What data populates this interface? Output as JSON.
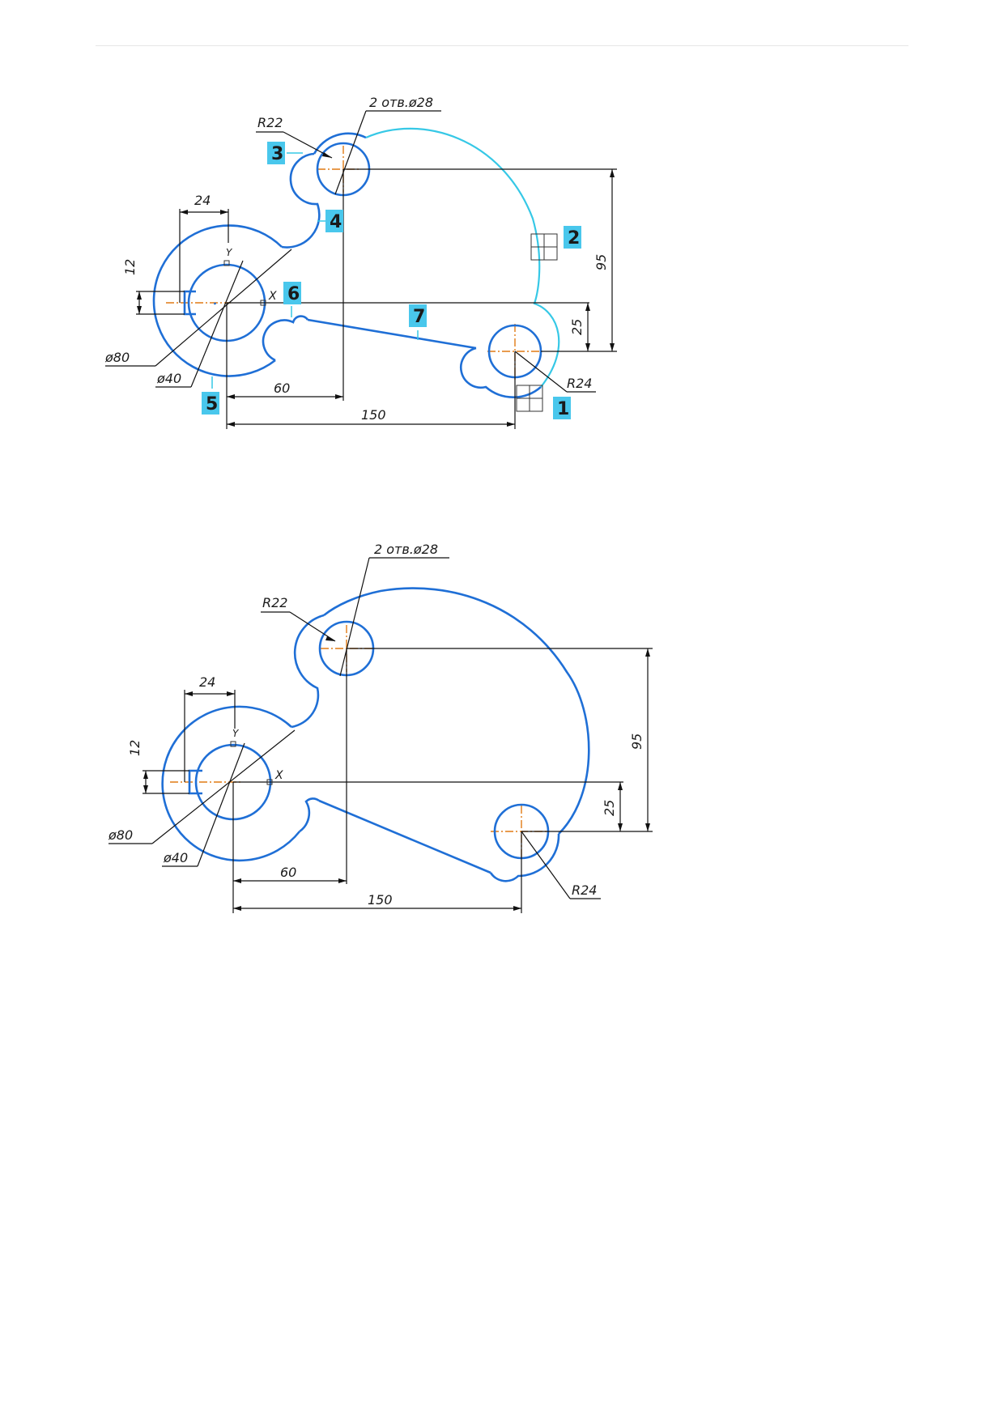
{
  "colors": {
    "contour": "#1f6fd6",
    "contour_highlight": "#36c8e6",
    "axis": "#e07a14",
    "dimension": "#111111",
    "callout_box": "#49c7ec"
  },
  "drawings": [
    {
      "labels": {
        "holes_note": "2 отв.ø28",
        "r22": "R22",
        "r24": "R24",
        "d80": "ø80",
        "d40": "ø40",
        "dim24": "24",
        "dim12": "12",
        "dim60": "60",
        "dim150": "150",
        "dim95": "95",
        "dim25": "25",
        "axis_x": "X",
        "axis_y": "Y"
      },
      "callouts": [
        "1",
        "2",
        "3",
        "4",
        "5",
        "6",
        "7"
      ]
    },
    {
      "labels": {
        "holes_note": "2 отв.ø28",
        "r22": "R22",
        "r24": "R24",
        "d80": "ø80",
        "d40": "ø40",
        "dim24": "24",
        "dim12": "12",
        "dim60": "60",
        "dim150": "150",
        "dim95": "95",
        "dim25": "25",
        "axis_x": "X",
        "axis_y": "Y"
      }
    }
  ]
}
